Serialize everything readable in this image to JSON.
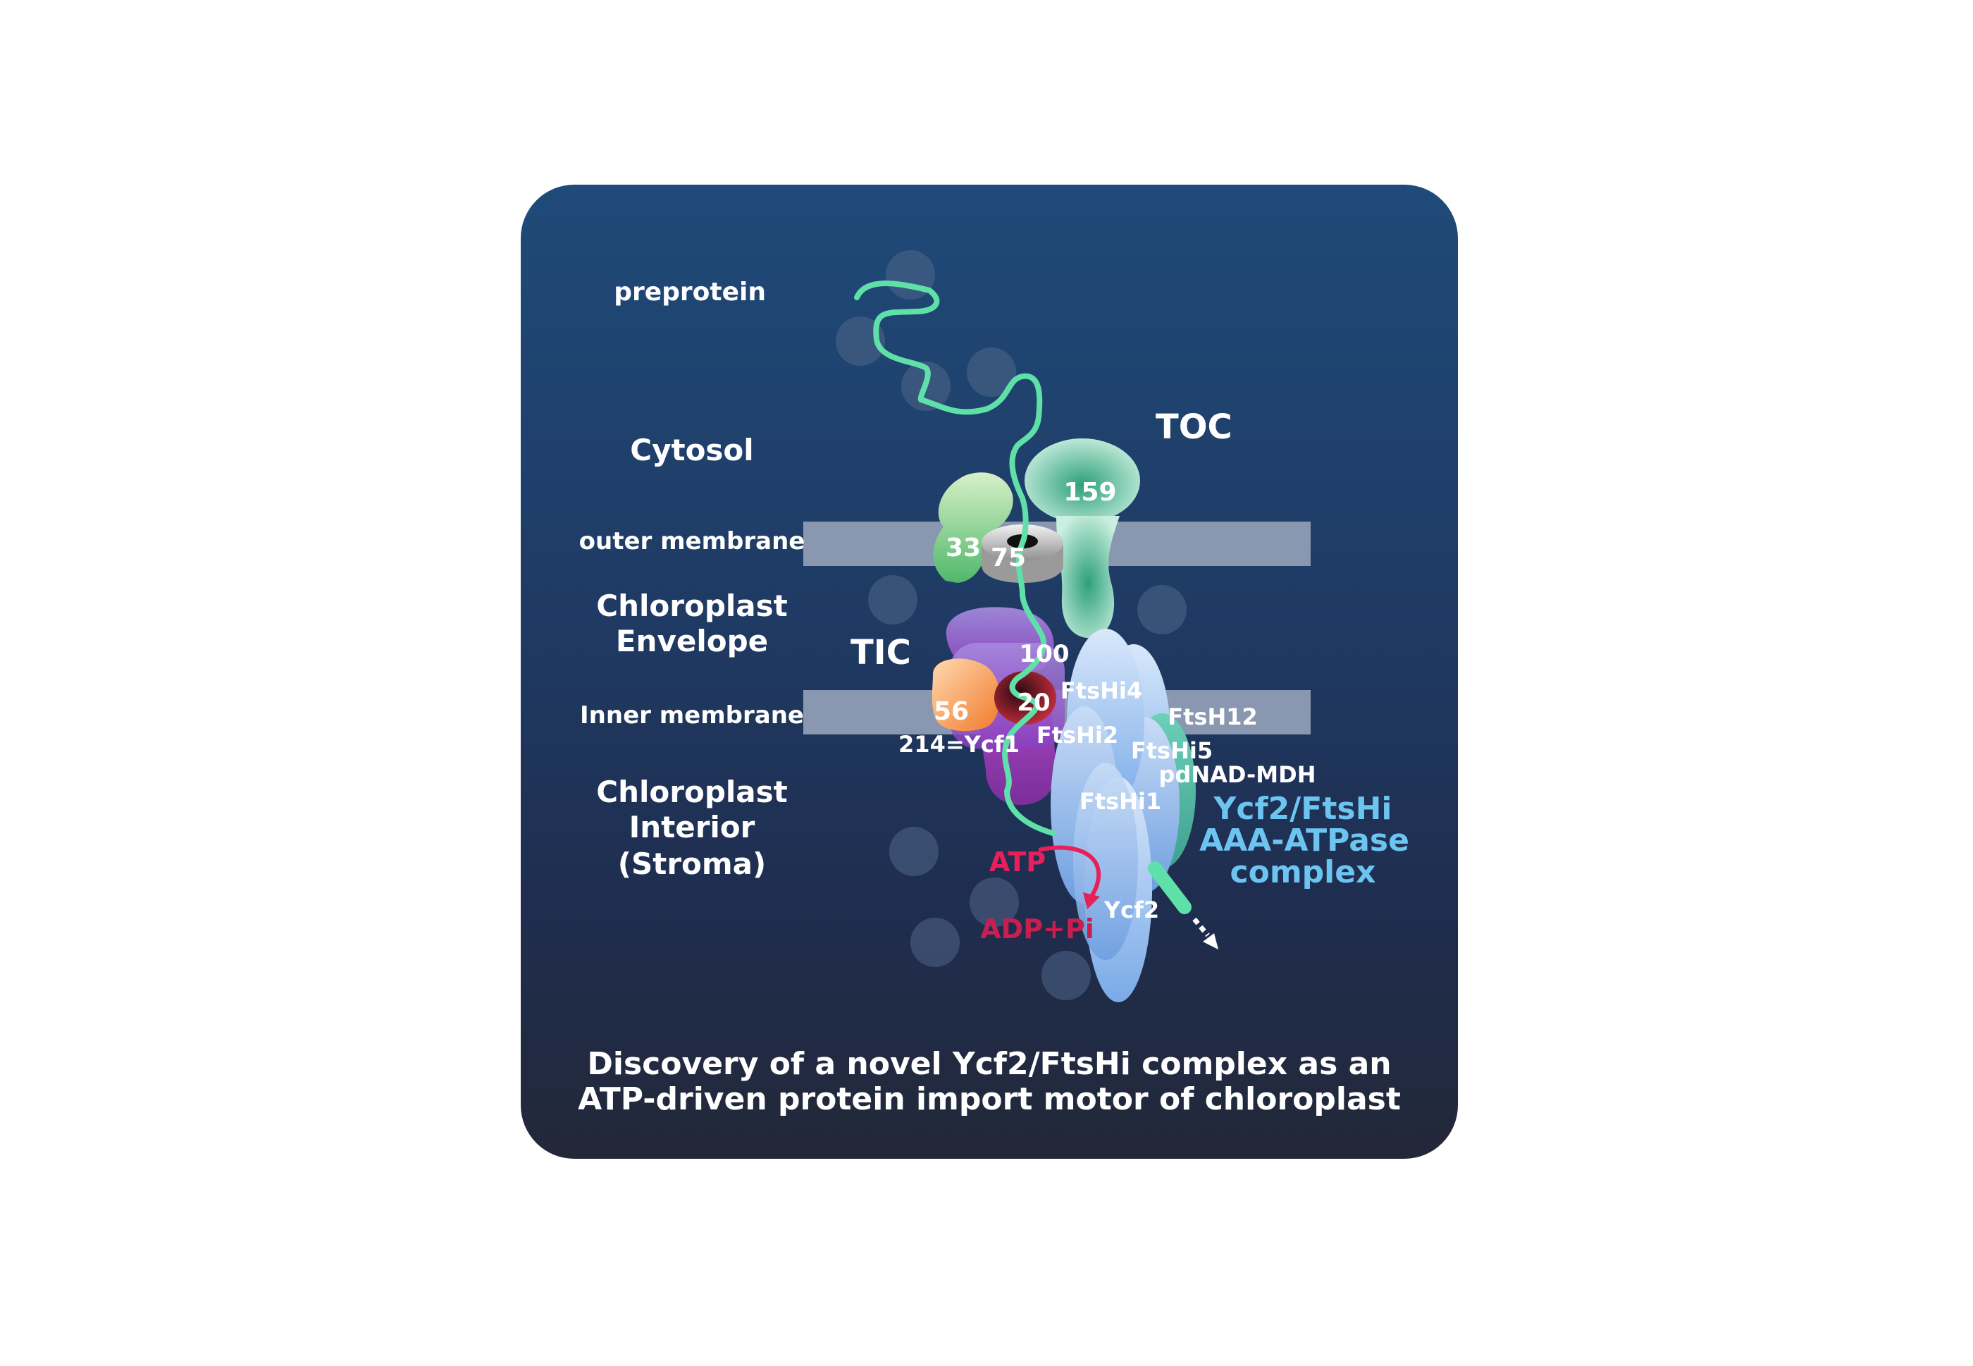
{
  "labels": {
    "preprotein": "preprotein",
    "cytosol": "Cytosol",
    "outer_membrane": "outer membrane",
    "envelope_line1": "Chloroplast",
    "envelope_line2": "Envelope",
    "inner_membrane": "Inner membrane",
    "interior_line1": "Chloroplast",
    "interior_line2": "Interior",
    "interior_line3": "(Stroma)",
    "toc": "TOC",
    "tic": "TIC"
  },
  "proteins": {
    "toc159": "159",
    "toc33": "33",
    "toc75": "75",
    "tic100": "100",
    "tic20": "20",
    "tic56": "56",
    "tic214": "214=Ycf1",
    "ftshi4": "FtsHi4",
    "ftsh12": "FtsH12",
    "ftshi2": "FtsHi2",
    "ftshi5": "FtsHi5",
    "pdnad": "pdNAD-MDH",
    "ftshi1": "FtsHi1",
    "ycf2": "Ycf2"
  },
  "complex_label": {
    "line1": "Ycf2/FtsHi",
    "line2": "AAA-ATPase",
    "line3": "complex"
  },
  "energy": {
    "atp": "ATP",
    "adp": "ADP+Pi"
  },
  "caption": {
    "line1": "Discovery of a novel Ycf2/FtsHi complex as an",
    "line2": "ATP-driven protein import motor of chloroplast"
  },
  "colors": {
    "preprotein_chain": "#5fe0a8",
    "complex_label": "#6cc4f0",
    "atp": "#e8205a",
    "membrane": "#8a97b0"
  }
}
